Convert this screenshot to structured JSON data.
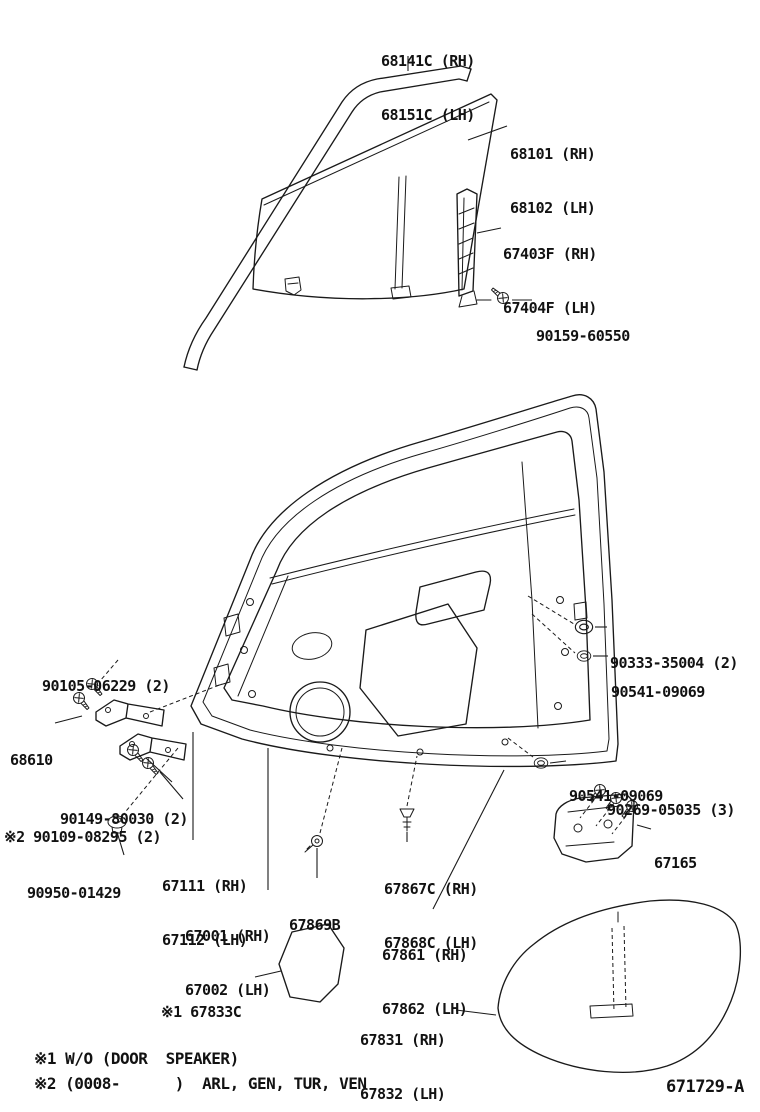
{
  "meta": {
    "drawing_code": "671729-A"
  },
  "notes": {
    "n1": "※1 W/O (DOOR  SPEAKER)",
    "n2": "※2 (0008-      )  ARL, GEN, TUR, VEN"
  },
  "parts": {
    "glass_run": {
      "l1": "68141C (RH)",
      "l2": "68151C (LH)"
    },
    "door_glass": {
      "l1": "68101 (RH)",
      "l2": "68102 (LH)"
    },
    "glass_guide": {
      "l1": "67403F (RH)",
      "l2": "67404F (LH)"
    },
    "guide_screw": {
      "l1": "90159-60550"
    },
    "grommet_upper": {
      "l1": "90333-35004 (2)"
    },
    "grommet_mid": {
      "l1": "90541-09069"
    },
    "hinge_bolt": {
      "l1": "90105-06229 (2)"
    },
    "hinge": {
      "l1": "68610"
    },
    "check_bolt_a": {
      "l1": "90149-80030 (2)"
    },
    "check_bolt_b": {
      "l1": "※2 90109-08295 (2)"
    },
    "hole_plug": {
      "l1": "90950-01429"
    },
    "panel_sub": {
      "l1": "67111 (RH)",
      "l2": "67112 (LH)"
    },
    "panel_bolt": {
      "l1": "67869B"
    },
    "door_panel": {
      "l1": "67001 (RH)",
      "l2": "67002 (LH)"
    },
    "ws_clip": {
      "l1": "67867C (RH)",
      "l2": "67868C (LH)"
    },
    "grommet_lower": {
      "l1": "90541-09069"
    },
    "bracket_screw": {
      "l1": "90269-05035 (3)"
    },
    "bracket": {
      "l1": "67165"
    },
    "weatherstrip": {
      "l1": "67861 (RH)",
      "l2": "67862 (LH)"
    },
    "pad_front": {
      "l1": "※1 67833C"
    },
    "service_hole_cover": {
      "l1": "67831 (RH)",
      "l2": "67832 (LH)"
    }
  }
}
